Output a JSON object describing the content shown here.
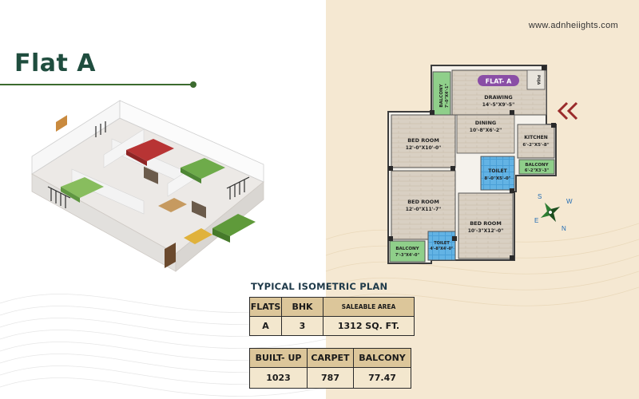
{
  "page": {
    "title": "Flat A",
    "website": "www.adnheiights.com",
    "iso_heading": "TYPICAL ISOMETRIC PLAN"
  },
  "floor_plan": {
    "label": "FLAT- A",
    "rooms": {
      "drawing": {
        "name": "DRAWING",
        "size": "14'-5\"X9'-5\""
      },
      "dining": {
        "name": "DINING",
        "size": "10'-8\"X6'-2\""
      },
      "bed1": {
        "name": "BED ROOM",
        "size": "12'-0\"X10'-0\""
      },
      "bed2": {
        "name": "BED ROOM",
        "size": "12'-0\"X11'-7\""
      },
      "bed3": {
        "name": "BED ROOM",
        "size": "10'-3\"X12'-0\""
      },
      "kitchen": {
        "name": "KITCHEN",
        "size": "6'-2\"X5'-8\""
      },
      "toilet1": {
        "name": "TOILET",
        "size": "8'-0\"X5'-0\""
      },
      "toilet2": {
        "name": "TOILET",
        "size": "4'-8\"X4'-0\""
      },
      "balcony1": {
        "name": "BALCONY",
        "size": "7'-0\"X4'-1\""
      },
      "balcony2": {
        "name": "BALCONY",
        "size": "6'-2\"X3'-3\""
      },
      "balcony3": {
        "name": "BALCONY",
        "size": "7'-3\"X4'-0\""
      },
      "puja": {
        "name": "PUJA",
        "size": ""
      }
    }
  },
  "compass": {
    "s": "S",
    "e": "E",
    "w": "W",
    "n": "N"
  },
  "table1": {
    "headers": [
      "FLATS",
      "BHK",
      "SALEABLE AREA"
    ],
    "row": [
      "A",
      "3",
      "1312 SQ. FT."
    ]
  },
  "table2": {
    "headers": [
      "BUILT- UP",
      "CARPET",
      "BALCONY"
    ],
    "row": [
      "1023",
      "787",
      "77.47"
    ]
  },
  "colors": {
    "title_green": "#1f4d3e",
    "rule_green": "#3c6b2f",
    "beige_bg": "#f5e8d2",
    "table_header": "#dcc69a",
    "table_cell": "#f3e7ce",
    "chevron_red": "#9a2b2b",
    "flat_label_purple": "#8a4ea6"
  }
}
